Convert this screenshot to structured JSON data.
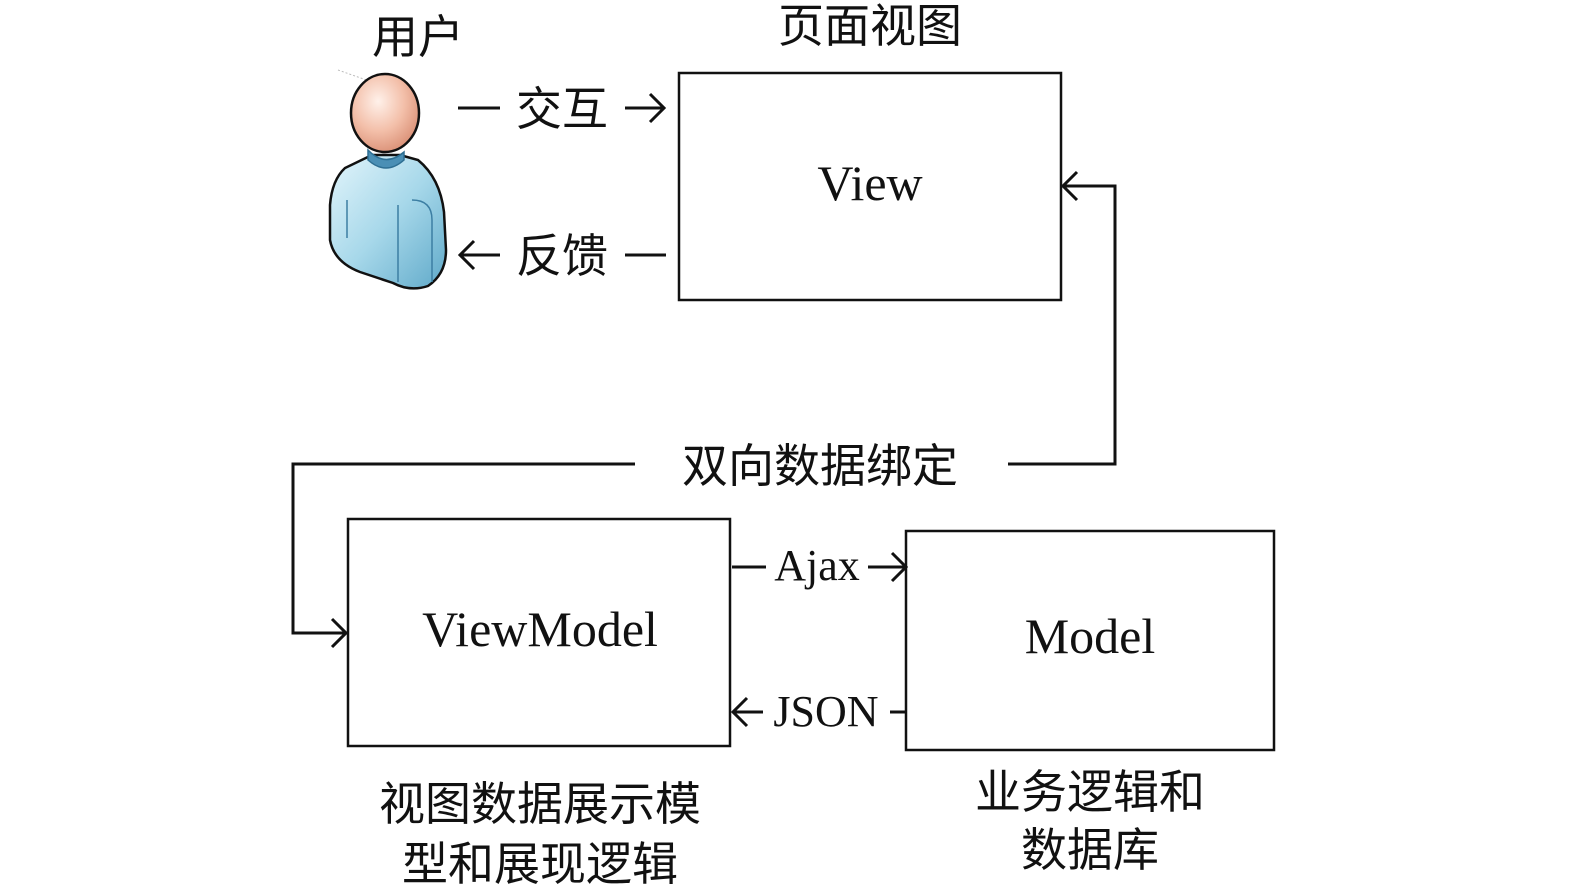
{
  "user": {
    "label": "用户"
  },
  "view": {
    "caption": "页面视图",
    "label": "View"
  },
  "interaction": {
    "label": "交互"
  },
  "feedback": {
    "label": "反馈"
  },
  "binding": {
    "label": "双向数据绑定"
  },
  "viewmodel": {
    "label": "ViewModel",
    "caption_line1": "视图数据展示模",
    "caption_line2": "型和展现逻辑"
  },
  "model": {
    "label": "Model",
    "caption_line1": "业务逻辑和",
    "caption_line2": "数据库"
  },
  "ajax": {
    "label": "Ajax"
  },
  "json": {
    "label": "JSON"
  },
  "colors": {
    "line": "#111111",
    "skin": "#f0b9a4",
    "shirt": "#9fd3e6",
    "collar": "#4a8fb5"
  }
}
